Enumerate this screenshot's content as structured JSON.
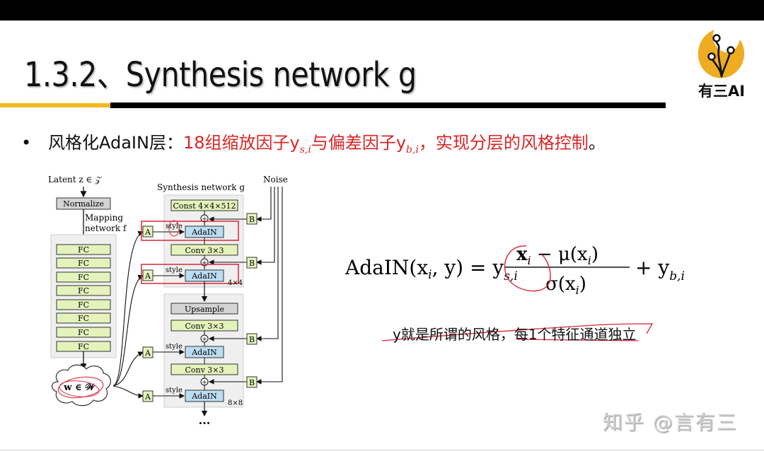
{
  "slide": {
    "title": "1.3.2、Synthesis network g",
    "colors": {
      "accent_yellow": "#f2b91b",
      "rule_black": "#000000",
      "highlight_red": "#d92525",
      "fc_green": "#e4f3bb",
      "adain_blue": "#bcdcf2",
      "panel_gray": "#efefef"
    }
  },
  "logo": {
    "icon": "circuit-tree-icon",
    "text": "有三AI"
  },
  "bullet": {
    "marker": "•",
    "label": "风格化AdaIN层：",
    "highlight_part1": "18组缩放因子y",
    "sub1": "s,i",
    "highlight_part2": "与偏差因子y",
    "sub2": "b,i",
    "highlight_part3": "，实现分层的风格控制",
    "end": "。"
  },
  "diagram": {
    "latent_label": "Latent  z ∈ 𝒵",
    "normalize": "Normalize",
    "mapping_label_line1": "Mapping",
    "mapping_label_line2": "network f",
    "fc_blocks": [
      "FC",
      "FC",
      "FC",
      "FC",
      "FC",
      "FC",
      "FC",
      "FC"
    ],
    "w_label": "w ∈ 𝒲",
    "synthesis_label": "Synthesis network g",
    "noise_label": "Noise",
    "const_block": "Const 4×4×512",
    "conv_block": "Conv 3×3",
    "upsample_block": "Upsample",
    "adain_block": "AdaIN",
    "a_block": "A",
    "b_block": "B",
    "style_label": "style",
    "res_4": "4×4",
    "res_8": "8×8",
    "ellipsis": "···"
  },
  "formula": {
    "lhs": "AdaIN(x",
    "lhs_sub": "i",
    "lhs_rest": ", y) = y",
    "scale_sub": "s,i",
    "numerator": "x",
    "num_sub": "i",
    "num_rest": " − μ(x",
    "num_sub2": "i",
    "num_close": ")",
    "denominator": "σ(x",
    "den_sub": "i",
    "den_close": ")",
    "plus": " + y",
    "bias_sub": "b,i"
  },
  "note": {
    "text": "y就是所谓的风格，每1个特征通道独立"
  },
  "watermark": {
    "text": "知乎 @言有三"
  }
}
